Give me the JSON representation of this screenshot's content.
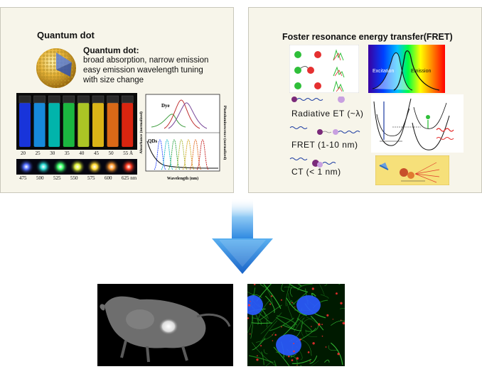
{
  "quantum_dot": {
    "title": "Quantum dot",
    "heading": "Quantum dot:",
    "lines": [
      "broad absorption, narrow emission",
      "easy emission wavelength tuning",
      "with size change"
    ],
    "vial_sizes": [
      "20",
      "25",
      "30",
      "35",
      "40",
      "45",
      "50",
      "55 Å"
    ],
    "emission_wavelengths": [
      "475",
      "500",
      "525",
      "550",
      "575",
      "600",
      "625 nm"
    ],
    "spectrum_chart": {
      "dye_label": "Dye",
      "qds_label": "QDs",
      "xlabel": "Wavelength (nm)",
      "ylabel_left": "Absorbance (normalized)",
      "ylabel_right": "Photoluminescence (normalized)"
    },
    "colors": [
      "#1b3cff",
      "#00d2c8",
      "#1fd64a",
      "#c8e62a",
      "#ffd21a",
      "#ff8a1a",
      "#ff2a10"
    ]
  },
  "fret": {
    "title": "Foster resonance energy transfer(FRET)",
    "excitation_label": "Excitation",
    "emission_label": "Emission",
    "mechanisms": [
      "Radiative ET (~λ)",
      "FRET (1-10 nm)",
      "CT (< 1 nm)"
    ]
  },
  "arrow": {
    "color": "#2a86e0"
  },
  "images": {
    "mouse": "mouse-fluorescence-image",
    "cells": "cell-fluorescence-image"
  }
}
